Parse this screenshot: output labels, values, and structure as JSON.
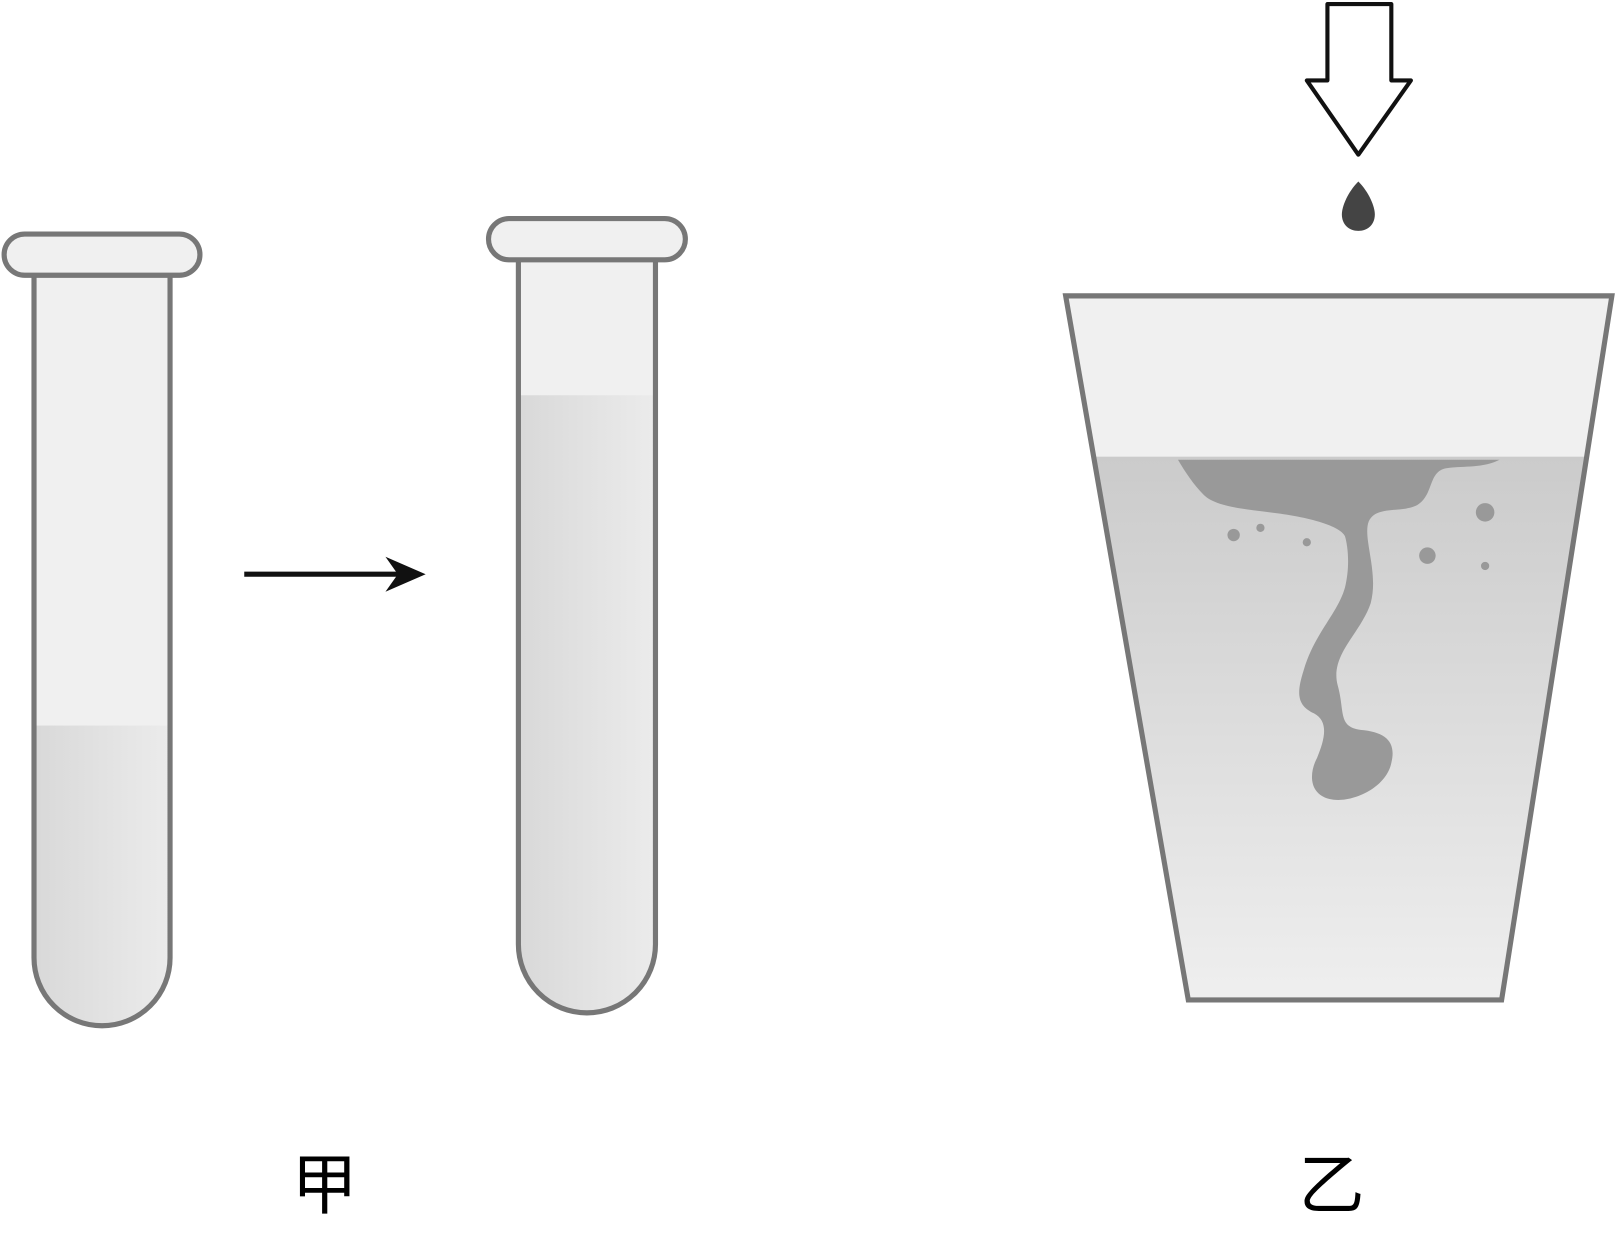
{
  "labels": {
    "left": "甲",
    "right": "乙"
  },
  "colors": {
    "outline": "#777777",
    "glass": "#f0f0f0",
    "liquid": "#dcdcdc",
    "ink": "#999999",
    "drop": "#444444"
  },
  "figure": {
    "tube_before_fill_fraction": 0.4,
    "tube_after_fill_fraction": 0.82
  }
}
